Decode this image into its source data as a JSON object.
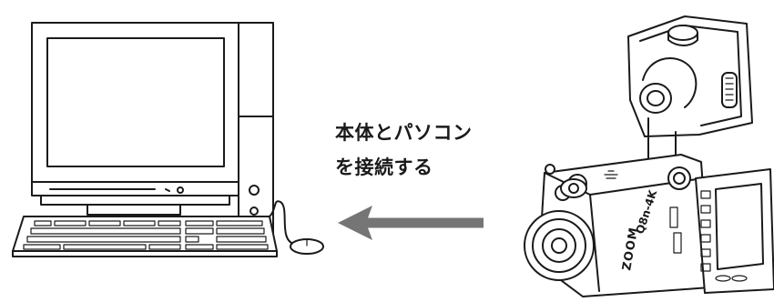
{
  "caption": {
    "line1": "本体とパソコン",
    "line2": "を接続する"
  },
  "camera": {
    "brand_mark": "ZOOM",
    "model_mark": "Q8n-4K"
  },
  "colors": {
    "arrow": "#757575",
    "line": "#1a1a1a",
    "background": "#ffffff"
  }
}
